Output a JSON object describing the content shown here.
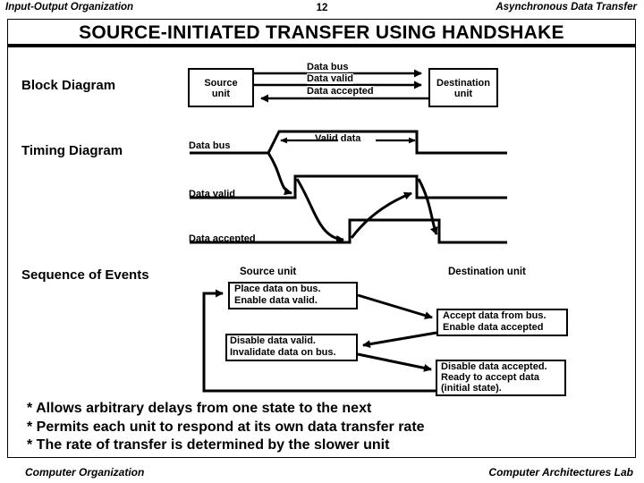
{
  "running_header": {
    "left": "Input-Output Organization",
    "page_number": "12",
    "right": "Asynchronous Data Transfer"
  },
  "running_footer": {
    "left": "Computer Organization",
    "right": "Computer Architectures Lab"
  },
  "slide": {
    "title": "SOURCE-INITIATED  TRANSFER  USING  HANDSHAKE"
  },
  "sections": {
    "block_diagram_label": "Block Diagram",
    "timing_diagram_label": "Timing Diagram",
    "sequence_label": "Sequence of Events"
  },
  "block_diagram": {
    "source_unit_line1": "Source",
    "source_unit_line2": "unit",
    "destination_unit_line1": "Destination",
    "destination_unit_line2": "unit",
    "signals": [
      {
        "name": "Data bus",
        "direction": "right"
      },
      {
        "name": "Data valid",
        "direction": "right"
      },
      {
        "name": "Data accepted",
        "direction": "left"
      }
    ]
  },
  "timing_diagram": {
    "data_bus_label": "Data bus",
    "data_valid_label": "Data valid",
    "data_accepted_label": "Data accepted",
    "valid_data_annotation": "Valid data"
  },
  "sequence_of_events": {
    "source_column_header": "Source unit",
    "destination_column_header": "Destination unit",
    "steps": [
      {
        "id": "place-data",
        "column": "source",
        "line1": "Place data on bus.",
        "line2": "Enable data valid.",
        "line3": ""
      },
      {
        "id": "accept-data",
        "column": "destination",
        "line1": "Accept data from bus.",
        "line2": "Enable data accepted",
        "line3": ""
      },
      {
        "id": "disable-valid",
        "column": "source",
        "line1": " Disable data valid.",
        "line2": "Invalidate data on bus.",
        "line3": ""
      },
      {
        "id": "disable-accepted",
        "column": "destination",
        "line1": "Disable data accepted.",
        "line2": "Ready to accept data",
        "line3": "(initial state)."
      }
    ]
  },
  "bullets": [
    "* Allows arbitrary delays from one state to the next",
    "* Permits each unit to respond at its own data transfer rate",
    "* The rate of transfer is determined by the slower unit"
  ],
  "colors": {
    "ink": "#000000",
    "background": "#ffffff"
  }
}
